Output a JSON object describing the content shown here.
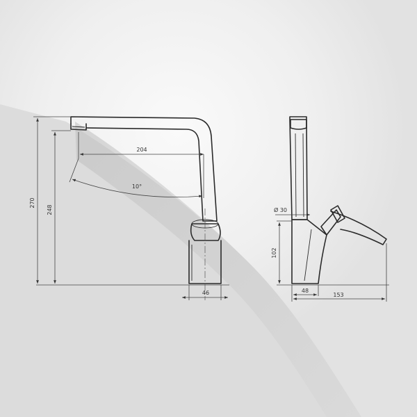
{
  "dimensions": {
    "total_height": "270",
    "spout_height": "248",
    "reach": "204",
    "swivel_angle": "10°",
    "base_diameter": "46",
    "handle_diameter": "Ø 30",
    "base_height": "102",
    "base_depth": "48",
    "overall_depth": "153"
  },
  "colors": {
    "background": "#dcdcdc",
    "highlight": "#f4f4f4",
    "lines": "#2a2a2a"
  }
}
